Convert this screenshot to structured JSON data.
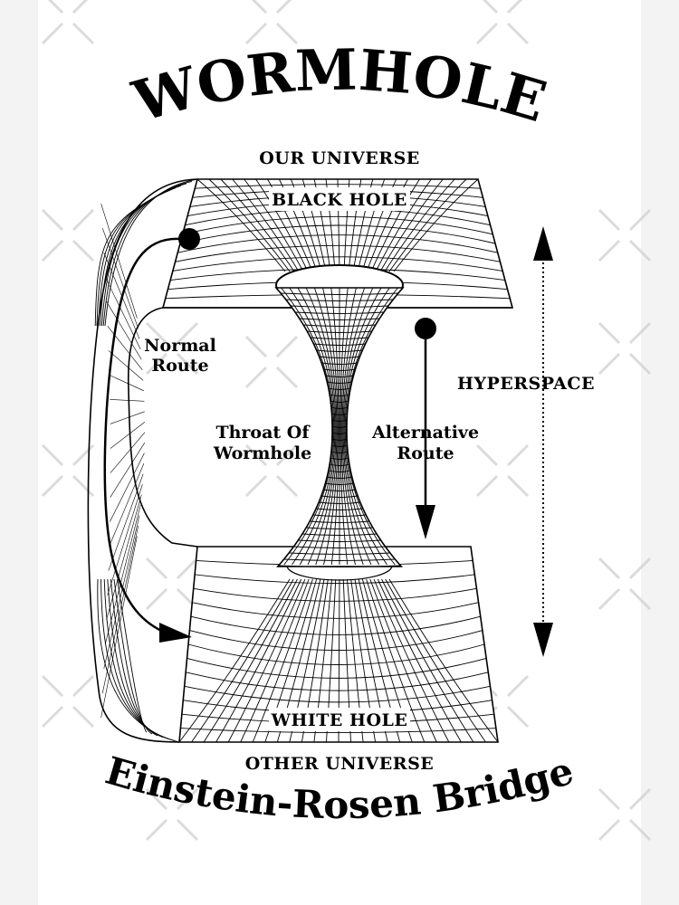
{
  "title": "WORMHOLE",
  "subtitle": "Einstein-Rosen Bridge",
  "labels": {
    "our_universe": "OUR UNIVERSE",
    "black_hole": "BLACK HOLE",
    "normal_route_line1": "Normal",
    "normal_route_line2": "Route",
    "throat_line1": "Throat Of",
    "throat_line2": "Wormhole",
    "alternative_line1": "Alternative",
    "alternative_line2": "Route",
    "hyperspace": "HYPERSPACE",
    "white_hole": "WHITE HOLE",
    "other_universe": "OTHER UNIVERSE"
  },
  "colors": {
    "ink": "#000000",
    "paper": "#ffffff",
    "background": "#f3f3f3",
    "watermark": "#cfcfcf"
  }
}
